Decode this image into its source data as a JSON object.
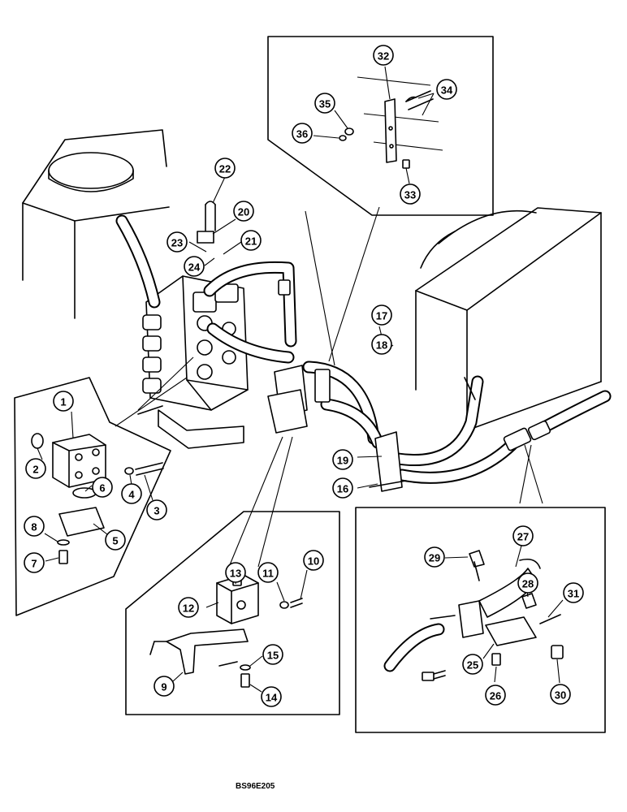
{
  "drawing_code": "BS96E205",
  "callouts": [
    {
      "n": "1"
    },
    {
      "n": "2"
    },
    {
      "n": "3"
    },
    {
      "n": "4"
    },
    {
      "n": "5"
    },
    {
      "n": "6"
    },
    {
      "n": "7"
    },
    {
      "n": "8"
    },
    {
      "n": "9"
    },
    {
      "n": "10"
    },
    {
      "n": "11"
    },
    {
      "n": "12"
    },
    {
      "n": "13"
    },
    {
      "n": "14"
    },
    {
      "n": "15"
    },
    {
      "n": "16"
    },
    {
      "n": "17"
    },
    {
      "n": "18"
    },
    {
      "n": "19"
    },
    {
      "n": "20"
    },
    {
      "n": "21"
    },
    {
      "n": "22"
    },
    {
      "n": "23"
    },
    {
      "n": "24"
    },
    {
      "n": "25"
    },
    {
      "n": "26"
    },
    {
      "n": "27"
    },
    {
      "n": "28"
    },
    {
      "n": "29"
    },
    {
      "n": "30"
    },
    {
      "n": "31"
    },
    {
      "n": "32"
    },
    {
      "n": "33"
    },
    {
      "n": "34"
    },
    {
      "n": "35"
    },
    {
      "n": "36"
    }
  ]
}
